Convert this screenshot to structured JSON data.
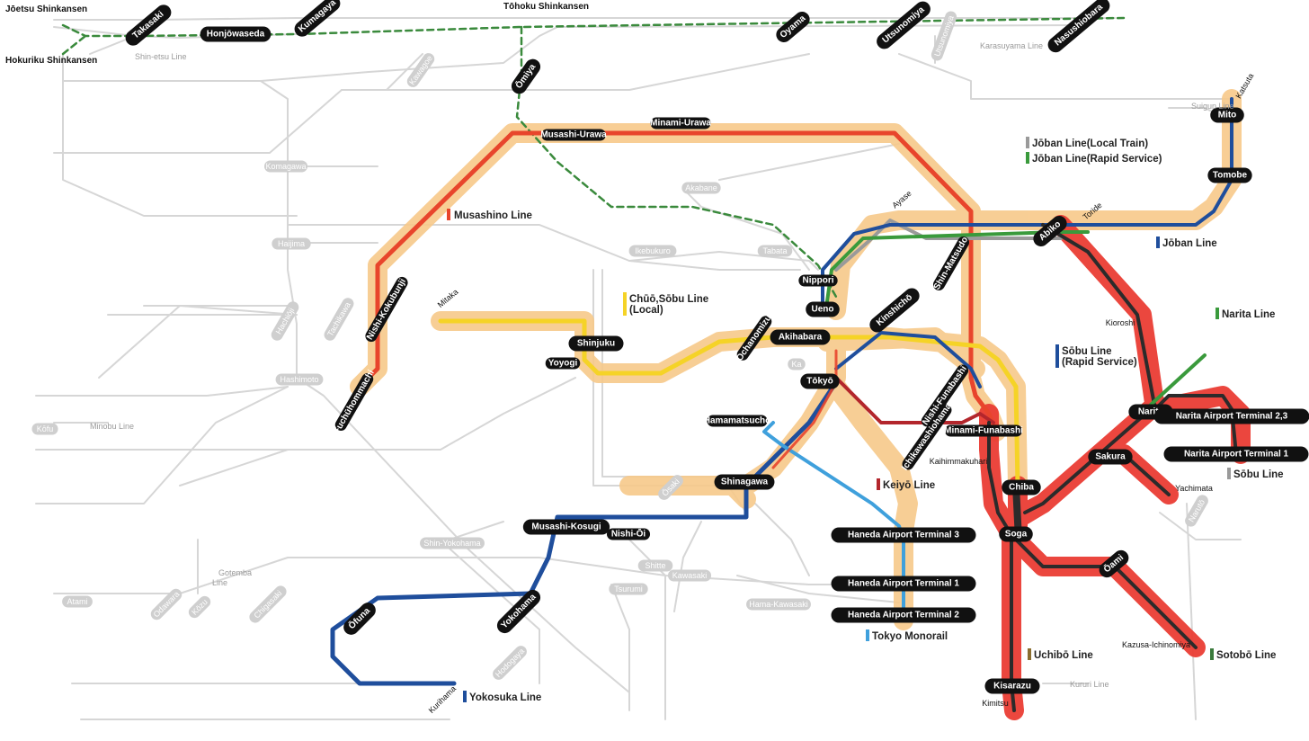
{
  "map": {
    "colors": {
      "musashino": "#e8452c",
      "chuo_sobu_local": "#f5d327",
      "keihin_blue": "#3a8fd9",
      "yokosuka": "#1f4e9c",
      "joban_rapid": "#3a9a3c",
      "joban_local": "#9a9a9a",
      "keiyo": "#b3262c",
      "sobu_rapid": "#1f4e9c",
      "narita": "#3a9a3c",
      "sobu_gray": "#9a9a9a",
      "uchibo": "#8a6d2e",
      "sotobo": "#3a7a3c",
      "monorail": "#3fa0dc",
      "shinkansen": "#3a8a3c",
      "highlight_orange": "#f7c98a",
      "highlight_red": "#ea3d34",
      "background_line": "#d6d6d6",
      "black_line": "#2b2b2b"
    },
    "legend": [
      {
        "text": "Musashino Line",
        "color": "#e8452c"
      },
      {
        "text": "Chūō,Sōbu Line",
        "color": "#f5d327"
      },
      {
        "text": "(Local)",
        "color": ""
      },
      {
        "text": "Jōban Line(Local Train)",
        "color": "#9a9a9a"
      },
      {
        "text": "Jōban Line(Rapid Service)",
        "color": "#3a9a3c"
      },
      {
        "text": "Jōban Line",
        "color": "#1f4e9c"
      },
      {
        "text": "Narita Line",
        "color": "#3a9a3c"
      },
      {
        "text": "Sōbu Line",
        "color": "#1f4e9c"
      },
      {
        "text": "(Rapid Service)",
        "color": ""
      },
      {
        "text": "Keiyō Line",
        "color": "#b3262c"
      },
      {
        "text": "Tokyo Monorail",
        "color": "#3fa0dc"
      },
      {
        "text": "Yokosuka Line",
        "color": "#1f4e9c"
      },
      {
        "text": "Uchibō Line",
        "color": "#8a6d2e"
      },
      {
        "text": "Sotobō Line",
        "color": "#3a7a3c"
      },
      {
        "text": "Sōbu Line",
        "color": "#9a9a9a"
      }
    ],
    "shinkansen_labels": [
      "Jōetsu Shinkansen",
      "Hokuriku Shinkansen",
      "Tōhoku Shinkansen"
    ],
    "black_stations": [
      "Takasaki",
      "Honjōwaseda",
      "Kumagaya",
      "Oyama",
      "Utsunomiya",
      "Nasushiobara",
      "Ōmiya",
      "Mito",
      "Tomobe",
      "Abiko",
      "Ueno",
      "Akihabara",
      "Shinjuku",
      "Tōkyō",
      "Kinshichō",
      "Shinagawa",
      "Musashi-Kosugi",
      "Yokohama",
      "Ōfuna",
      "Chiba",
      "Soga",
      "Narita",
      "Sakura",
      "Ōami",
      "Kisarazu",
      "Narita Airport Terminal 2,3",
      "Narita Airport Terminal 1",
      "Haneda Airport Terminal 3",
      "Haneda Airport Terminal 1",
      "Haneda Airport Terminal 2"
    ],
    "small_black_stations": [
      "Musashi-Urawa",
      "Minami-Urawa",
      "Nishi-Kokubunji",
      "Fuchūhommachi",
      "Nippori",
      "Yoyogi",
      "Hamamatsuchō",
      "Nishi-Ōi",
      "Minami-Funabashi",
      "Nishi-Funabashi",
      "Ichikawashiohama",
      "Shin-Matsudo",
      "Ochanomizu"
    ],
    "plain_labels": [
      "Mitaka",
      "Ayase",
      "Toride",
      "Katsuta",
      "Kioroshi",
      "Yachimata",
      "Kaihimmakuhari",
      "Kazusa-Ichinomiya",
      "Kimitsu",
      "Kurihama"
    ],
    "gray_labels": [
      "Shin-etsu Line",
      "Karasuyama Line",
      "Suigun Line",
      "Minobu Line",
      "Gotemba",
      "Line",
      "Kururi Line",
      "Kawagoe",
      "Komagawa",
      "Haijima",
      "Hachiōji",
      "Tachikawa",
      "Hashimoto",
      "Kōfu",
      "Akabane",
      "Ikebukuro",
      "Tabata",
      "Shin-Yokohama",
      "Kawasaki",
      "Shitte",
      "Tsurumi",
      "Hama-Kawasaki",
      "Atami",
      "Odawara",
      "Kōzu",
      "Chigasaki",
      "Hodogaya",
      "Narutō",
      "Ōsaki",
      "Utsunomiya",
      "Ka"
    ]
  }
}
